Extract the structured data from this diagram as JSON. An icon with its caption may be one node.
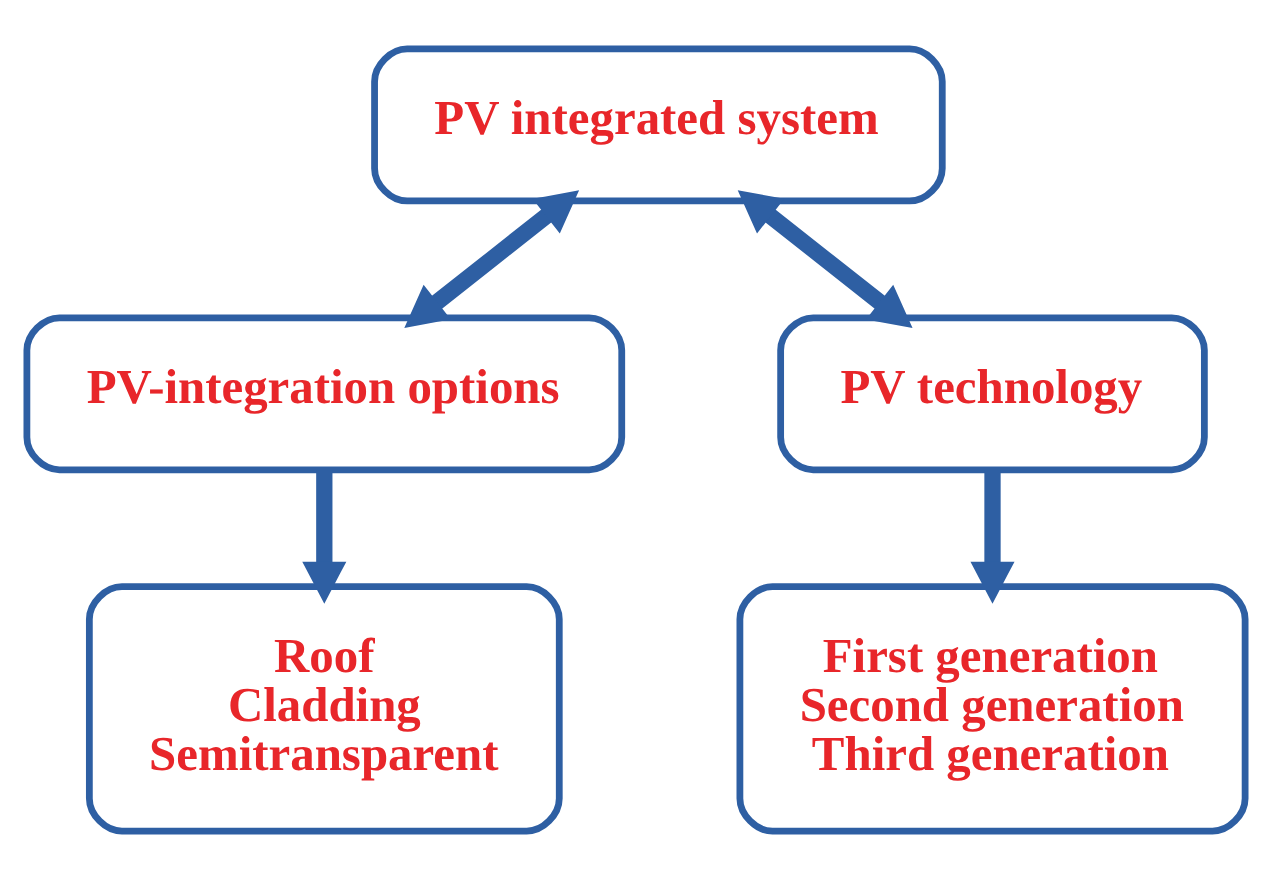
{
  "diagram": {
    "nodes": [
      {
        "text": [
          "PV integrated system"
        ]
      },
      {
        "text": [
          "PV-integration options"
        ]
      },
      {
        "text": [
          "PV technology"
        ]
      },
      {
        "text": [
          "Roof",
          "Cladding",
          "Semitransparent"
        ]
      },
      {
        "text": [
          "First generation",
          "Second generation",
          "Third generation"
        ]
      }
    ],
    "edges": [
      {
        "from": 0,
        "to": 1,
        "arrow": "both"
      },
      {
        "from": 0,
        "to": 2,
        "arrow": "both"
      },
      {
        "from": 1,
        "to": 3,
        "arrow": "to"
      },
      {
        "from": 2,
        "to": 4,
        "arrow": "to"
      }
    ]
  }
}
